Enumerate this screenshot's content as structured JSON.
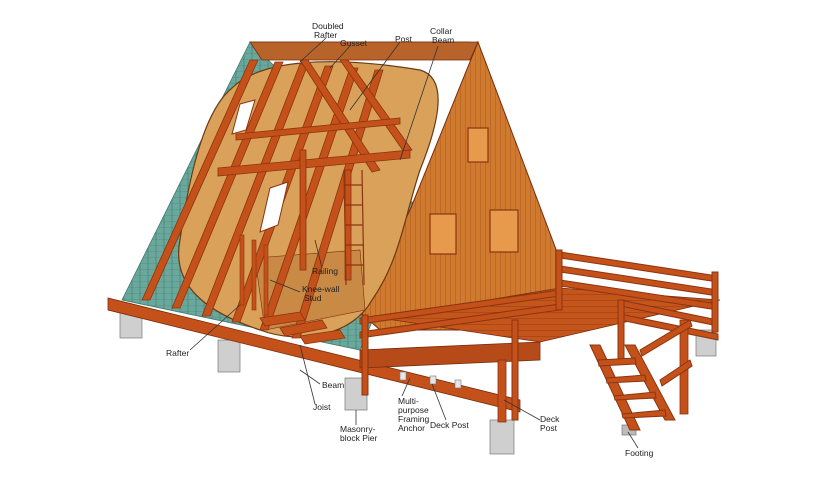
{
  "labels": {
    "doubled_rafter": [
      "Doubled",
      "Rafter"
    ],
    "gusset": "Gusset",
    "post": "Post",
    "collar_beam": [
      "Collar",
      "Beam"
    ],
    "railing": "Railing",
    "knee_wall_stud": [
      "Knee-wall",
      "Stud"
    ],
    "rafter": "Rafter",
    "beam": "Beam",
    "joist": "Joist",
    "masonry_block_pier": [
      "Masonry-",
      "block Pier"
    ],
    "framing_anchor": [
      "Multi-",
      "purpose",
      "Framing",
      "Anchor"
    ],
    "deck_post_1": "Deck Post",
    "deck_post_2": [
      "Deck",
      "Post"
    ],
    "footing": "Footing"
  },
  "colors": {
    "framing": "#c4501a",
    "framing_dark": "#8c3410",
    "siding": "#c8732a",
    "gable_wall": "#d88a3c",
    "roof_shingle": "#5f9e93",
    "pier": "#c9c9c9",
    "interior_floor": "#d9a15a"
  }
}
